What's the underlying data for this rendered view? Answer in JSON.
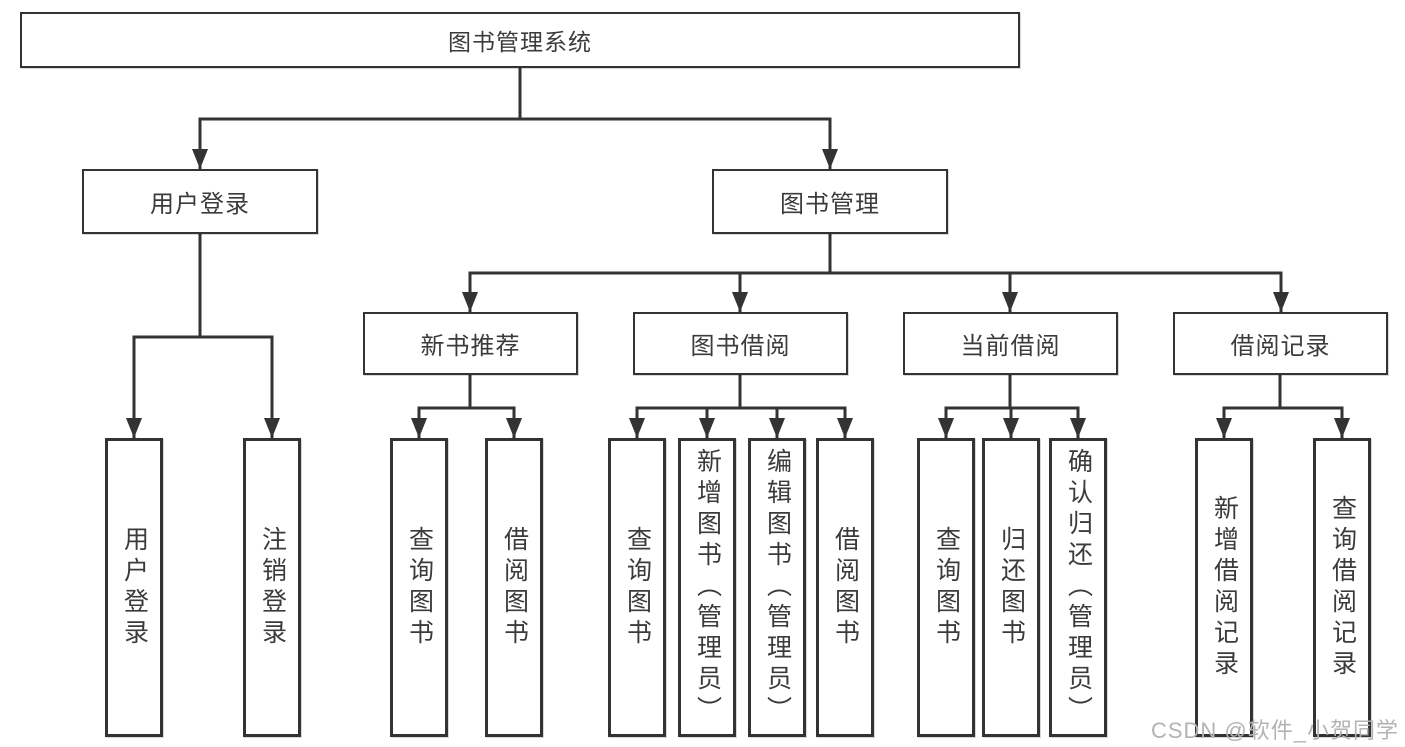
{
  "diagram": {
    "root": {
      "label": "图书管理系统"
    },
    "branches": [
      {
        "label": "用户登录",
        "leaves": [
          "用户登录",
          "注销登录"
        ]
      },
      {
        "label": "图书管理",
        "children": [
          {
            "label": "新书推荐",
            "leaves": [
              "查询图书",
              "借阅图书"
            ]
          },
          {
            "label": "图书借阅",
            "leaves": [
              "查询图书",
              "新增图书（管理员）",
              "编辑图书（管理员）",
              "借阅图书"
            ]
          },
          {
            "label": "当前借阅",
            "leaves": [
              "查询图书",
              "归还图书",
              "确认归还（管理员）"
            ]
          },
          {
            "label": "借阅记录",
            "leaves": [
              "新增借阅记录",
              "查询借阅记录"
            ]
          }
        ]
      }
    ]
  },
  "watermark": {
    "text": "CSDN @软件_小贺同学"
  },
  "colors": {
    "line": "#333333",
    "box_border": "#333333",
    "box_background": "#ffffff",
    "text": "#3b3b3b",
    "watermark_text": "#b3b3b3",
    "page_background": "#ffffff"
  }
}
